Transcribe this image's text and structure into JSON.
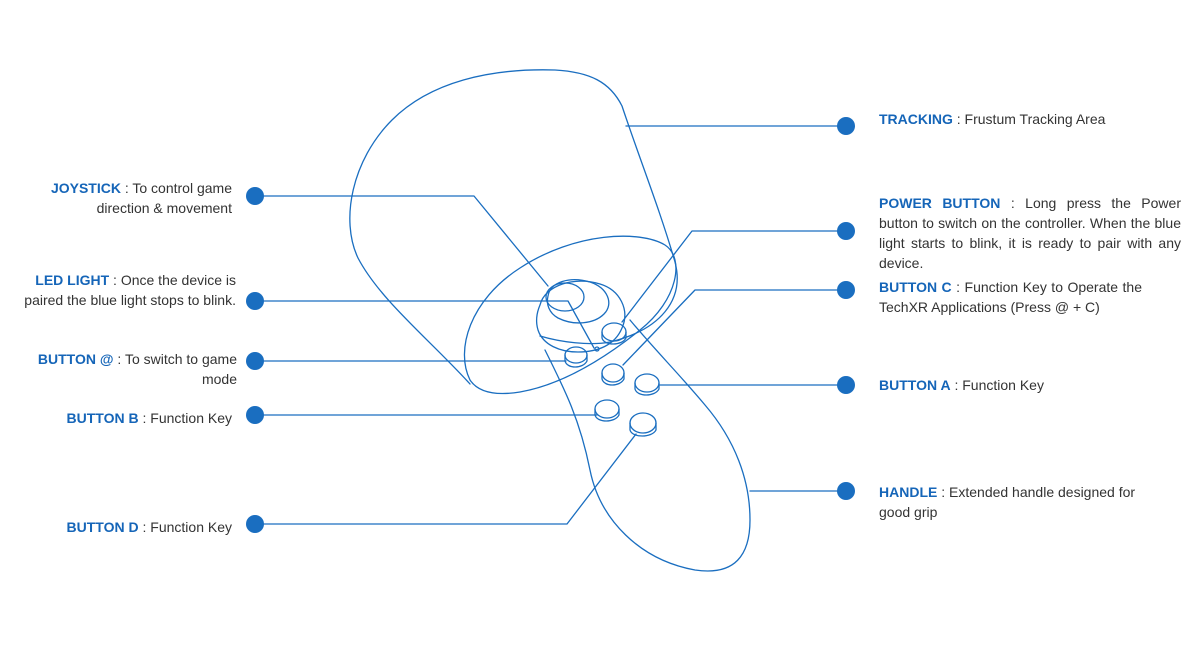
{
  "accent_color": "#1a6ec0",
  "line_color": "#1a6ec0",
  "text_color": "#333333",
  "labels": {
    "tracking": {
      "key": "TRACKING",
      "desc": " : Frustum Tracking Area"
    },
    "joystick": {
      "key": "JOYSTICK",
      "desc": " : To control game direction & movement"
    },
    "power": {
      "key": "POWER BUTTON",
      "desc": " : Long press the Power button to switch on the controller. When the blue light starts to blink, it is ready to pair with any device."
    },
    "led": {
      "key": "LED LIGHT",
      "desc": " : Once the device is paired the blue light stops to blink."
    },
    "button_c": {
      "key": "BUTTON C",
      "desc": " : Function Key to Operate the TechXR Applications  (Press @ + C)"
    },
    "button_at": {
      "key": "BUTTON @",
      "desc": " : To switch to game mode"
    },
    "button_a": {
      "key": "BUTTON A",
      "desc": " : Function Key"
    },
    "button_b": {
      "key": "BUTTON B",
      "desc": " : Function Key"
    },
    "handle": {
      "key": "HANDLE",
      "desc": " : Extended handle designed for good grip"
    },
    "button_d": {
      "key": "BUTTON D",
      "desc": " : Function Key"
    }
  }
}
